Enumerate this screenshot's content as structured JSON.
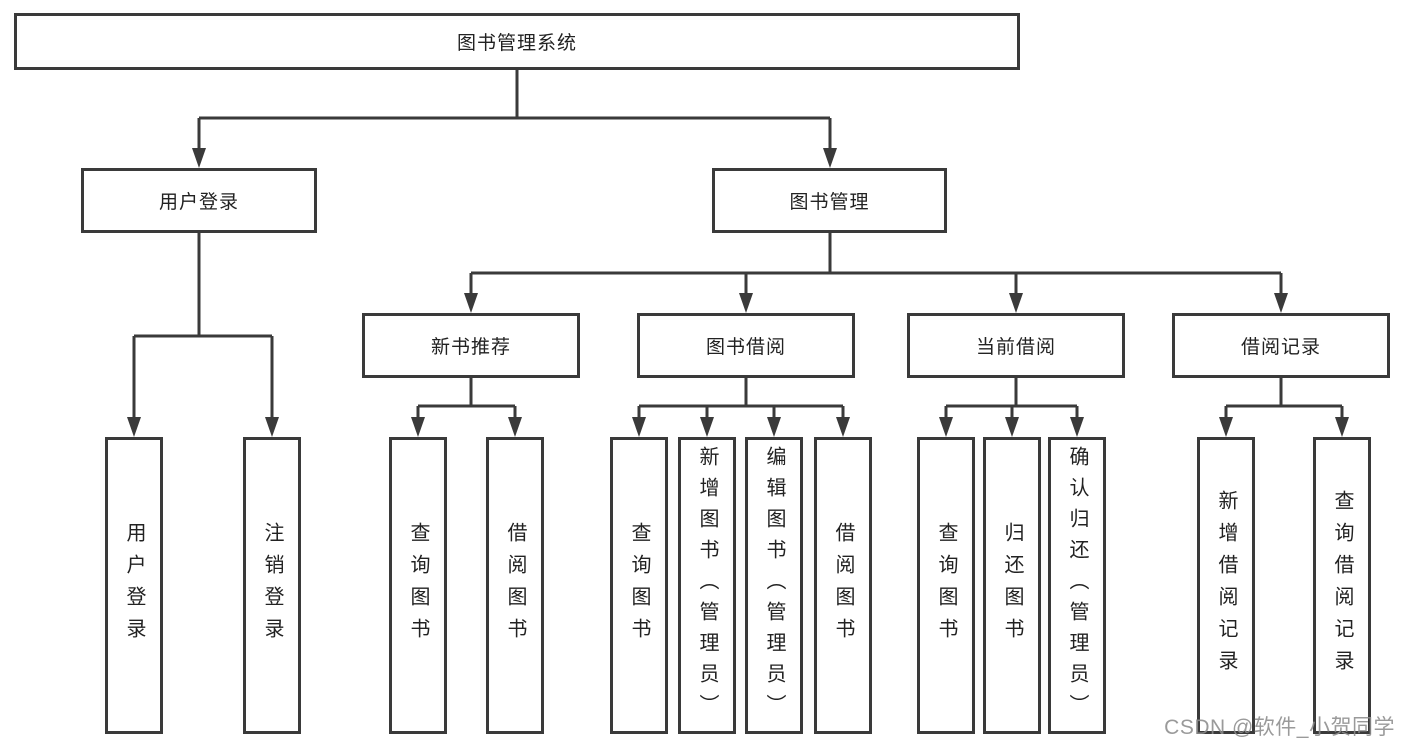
{
  "tree": {
    "label": "图书管理系统",
    "children": [
      {
        "label": "用户登录",
        "children": [
          {
            "label": "用户登录"
          },
          {
            "label": "注销登录"
          }
        ]
      },
      {
        "label": "图书管理",
        "children": [
          {
            "label": "新书推荐",
            "children": [
              {
                "label": "查询图书"
              },
              {
                "label": "借阅图书"
              }
            ]
          },
          {
            "label": "图书借阅",
            "children": [
              {
                "label": "查询图书"
              },
              {
                "label": "新增图书（管理员）"
              },
              {
                "label": "编辑图书（管理员）"
              },
              {
                "label": "借阅图书"
              }
            ]
          },
          {
            "label": "当前借阅",
            "children": [
              {
                "label": "查询图书"
              },
              {
                "label": "归还图书"
              },
              {
                "label": "确认归还（管理员）"
              }
            ]
          },
          {
            "label": "借阅记录",
            "children": [
              {
                "label": "新增借阅记录"
              },
              {
                "label": "查询借阅记录"
              }
            ]
          }
        ]
      }
    ]
  },
  "watermark": {
    "text": "CSDN @软件_小贺同学"
  },
  "colors": {
    "line": "#3a3a3a",
    "border": "#3a3a3a",
    "text": "#222222",
    "background": "#ffffff",
    "watermark": "#8c8c8c"
  }
}
